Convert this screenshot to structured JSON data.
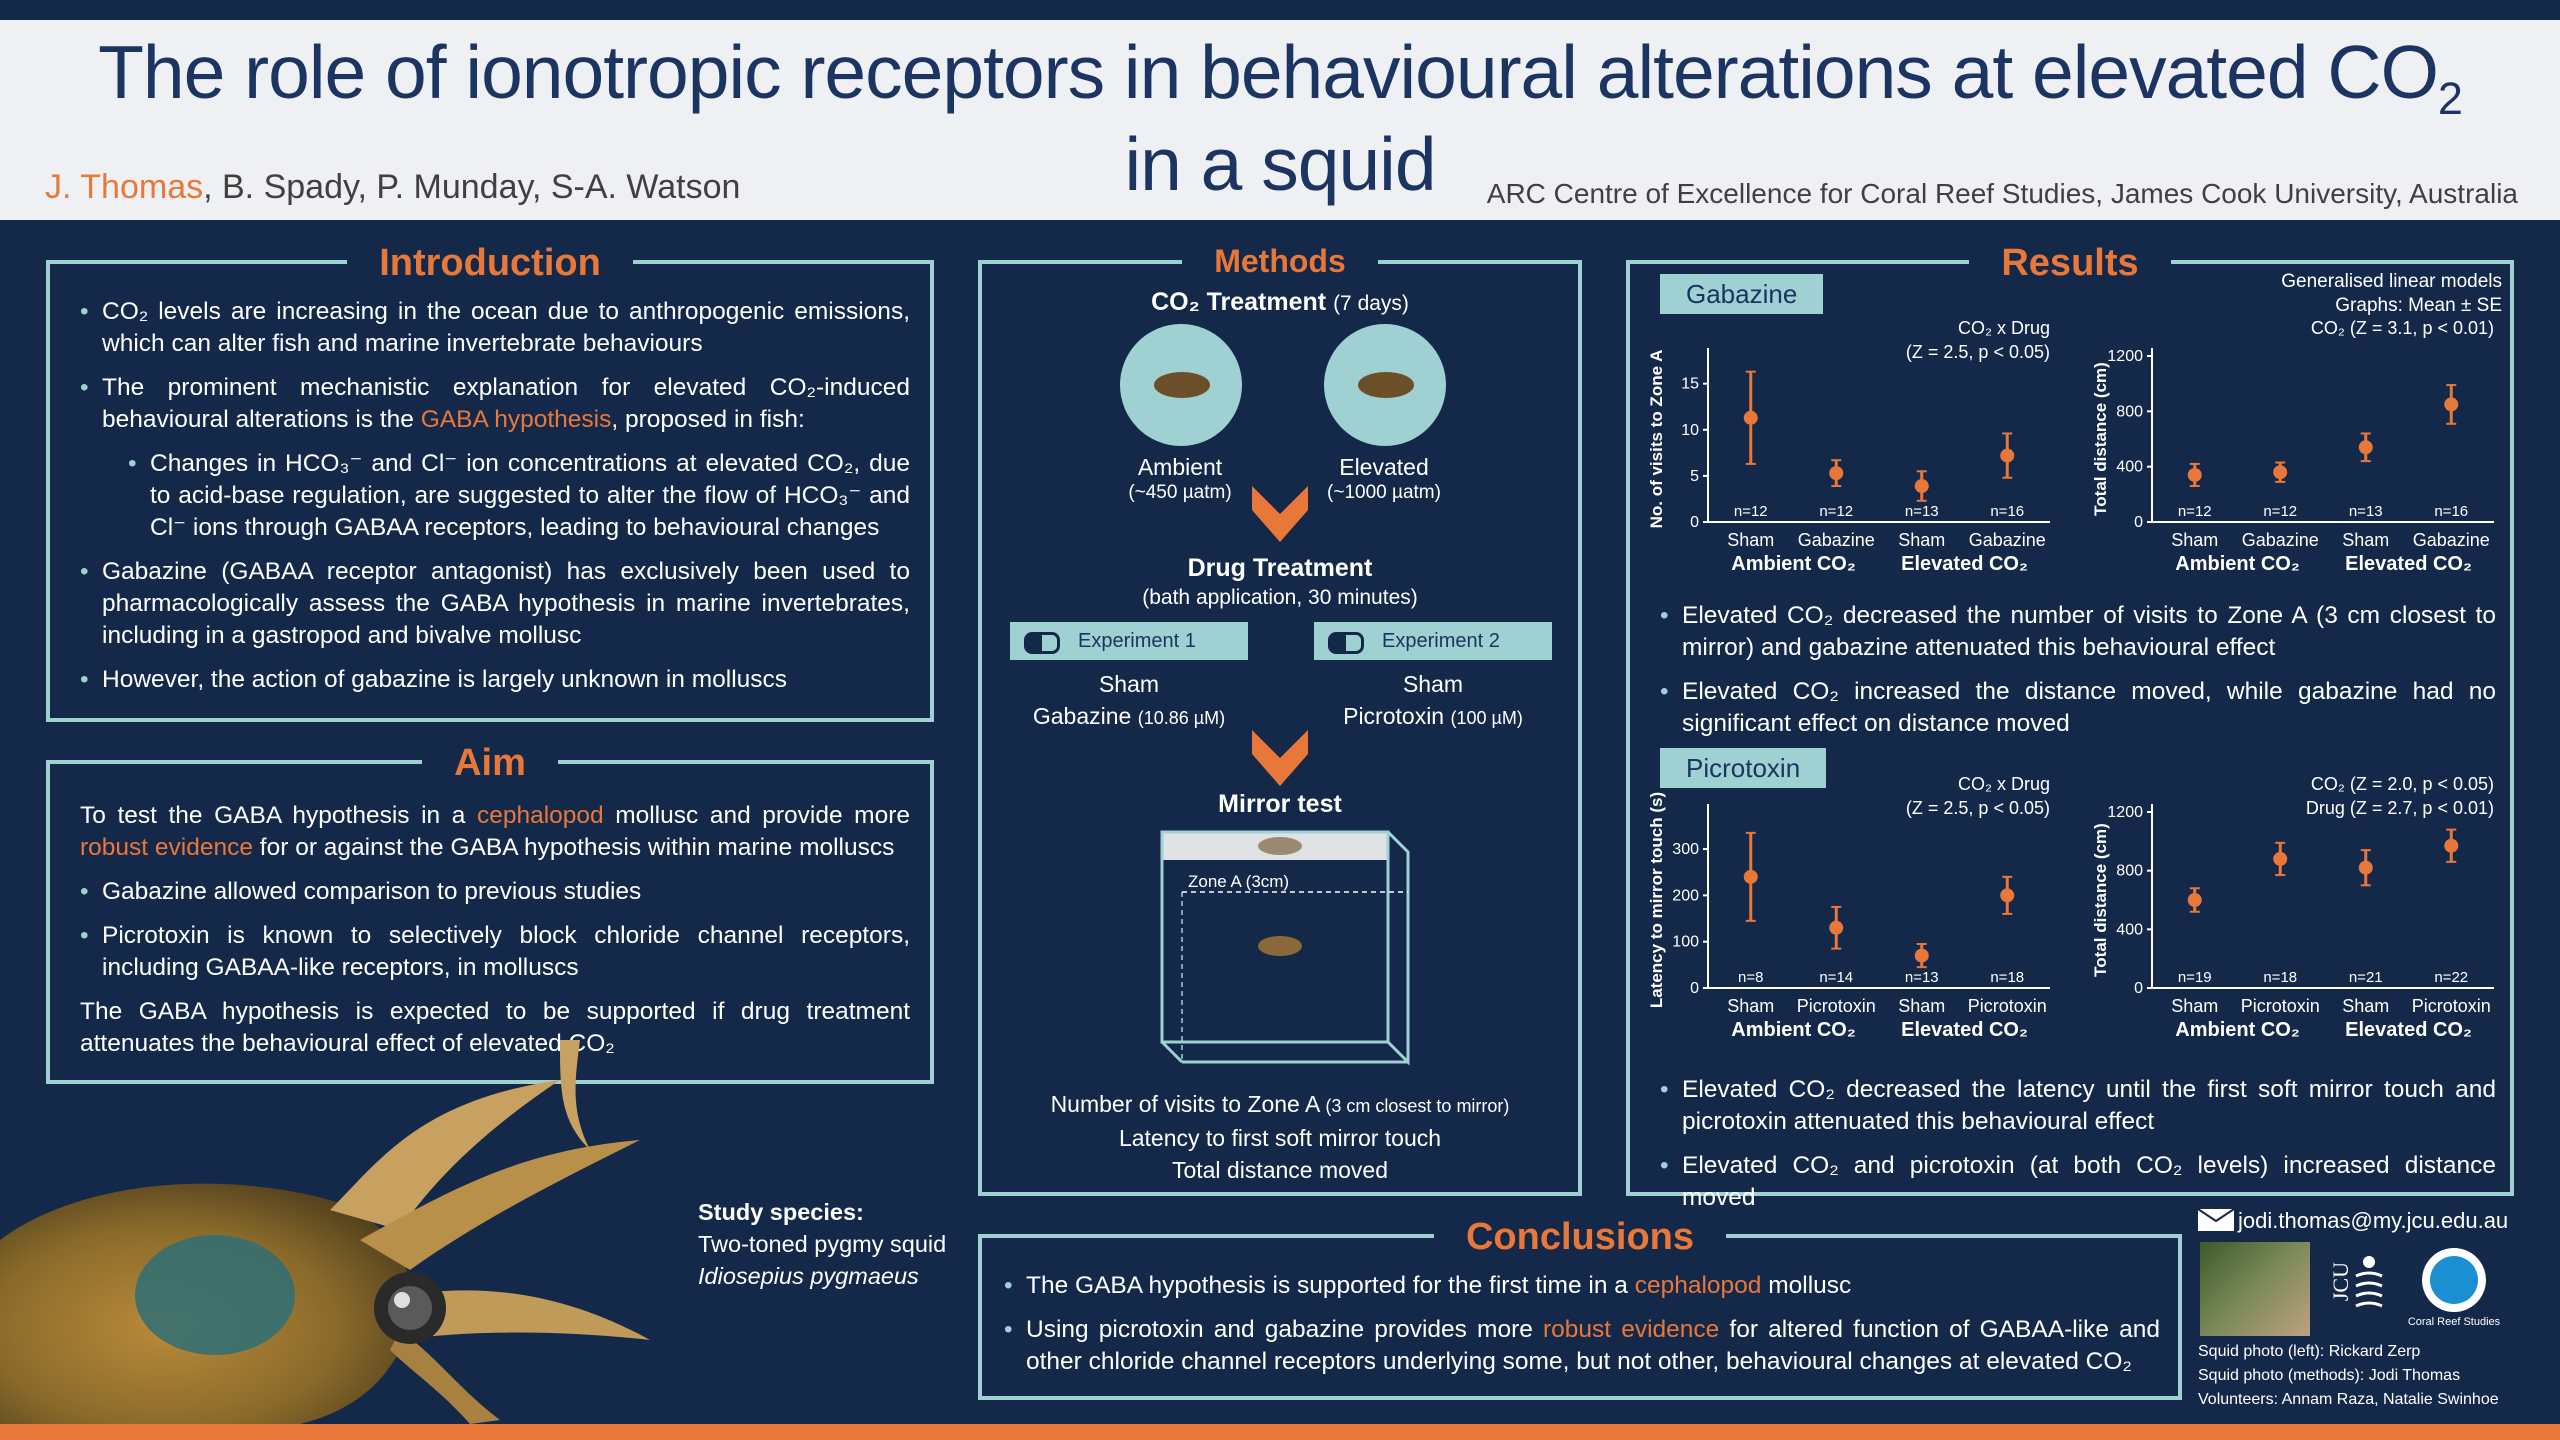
{
  "header": {
    "title_line1": "The role of ionotropic receptors in behavioural alterations at elevated CO",
    "title_sub": "2",
    "title_line2": "in a squid",
    "author_first": "J. Thomas",
    "author_rest": ", B. Spady, P. Munday, S-A. Watson",
    "affiliation": "ARC Centre of Excellence for Coral Reef Studies, James Cook University, Australia"
  },
  "introduction": {
    "title": "Introduction",
    "b1": "CO₂ levels are increasing in the ocean due to anthropogenic emissions, which can alter fish and marine invertebrate behaviours",
    "b2_pre": "The prominent mechanistic explanation for elevated CO₂-induced behavioural alterations is the ",
    "b2_hl": "GABA hypothesis",
    "b2_post": ", proposed in fish:",
    "b3": "Changes in HCO₃⁻ and Cl⁻ ion concentrations at elevated CO₂, due to acid-base regulation, are suggested to alter the flow of HCO₃⁻ and Cl⁻ ions through GABAA receptors, leading to behavioural changes",
    "b4": "Gabazine (GABAA receptor antagonist) has exclusively been used to pharmacologically assess the GABA hypothesis in marine invertebrates, including in a gastropod and bivalve mollusc",
    "b5": "However, the action of gabazine is largely unknown in molluscs"
  },
  "aim": {
    "title": "Aim",
    "p1_a": "To test the GABA hypothesis in a ",
    "p1_hl1": "cephalopod",
    "p1_b": " mollusc and provide more ",
    "p1_hl2": "robust evidence",
    "p1_c": " for or against the GABA hypothesis within marine molluscs",
    "b1": "Gabazine allowed comparison to previous studies",
    "b2": "Picrotoxin is known to selectively block chloride channel receptors, including GABAA-like receptors, in molluscs",
    "p2": "The GABA hypothesis is expected to be supported if drug treatment attenuates the behavioural effect of elevated CO₂"
  },
  "species": {
    "label": "Study species:",
    "common": "Two-toned pygmy squid",
    "latin": "Idiosepius pygmaeus"
  },
  "methods": {
    "title": "Methods",
    "co2_title": "CO₂ Treatment",
    "co2_days": "(7 days)",
    "ambient": "Ambient",
    "ambient_val": "(~450 µatm)",
    "elevated": "Elevated",
    "elevated_val": "(~1000 µatm)",
    "drug_title": "Drug Treatment",
    "drug_sub": "(bath application, 30 minutes)",
    "exp1": "Experiment 1",
    "exp2": "Experiment 2",
    "e1_sham": "Sham",
    "e1_drug": "Gabazine",
    "e1_dose": "(10.86 µM)",
    "e2_sham": "Sham",
    "e2_drug": "Picrotoxin",
    "e2_dose": "(100 µM)",
    "mirror_title": "Mirror test",
    "zone": "Zone A (3cm)",
    "m1": "Number of visits to Zone A",
    "m1_small": "(3 cm closest to mirror)",
    "m2": "Latency to first soft mirror touch",
    "m3": "Total distance moved"
  },
  "results": {
    "title": "Results",
    "models_note": "Generalised linear models",
    "graphs_note": "Graphs: Mean ± SE",
    "gab_tag": "Gabazine",
    "pic_tag": "Picrotoxin",
    "gab_b1": "Elevated CO₂ decreased the number of visits to Zone A (3 cm closest to mirror) and gabazine attenuated this behavioural effect",
    "gab_b2": "Elevated CO₂ increased the distance moved, while gabazine had no significant effect on distance moved",
    "pic_b1": "Elevated CO₂ decreased the latency until the first soft mirror touch and picrotoxin attenuated this behavioural effect",
    "pic_b2": "Elevated CO₂ and picrotoxin (at both CO₂ levels) increased distance moved"
  },
  "chart_data": [
    {
      "type": "scatter",
      "ylabel": "No. of visits to Zone A",
      "ylim": [
        0,
        18
      ],
      "yticks": [
        0,
        5,
        10,
        15
      ],
      "categories": [
        "Sham",
        "Gabazine",
        "Sham",
        "Gabazine"
      ],
      "groups": [
        "Ambient CO₂",
        "Elevated CO₂"
      ],
      "values": [
        11.3,
        5.3,
        3.9,
        7.2
      ],
      "errors": [
        5.0,
        1.4,
        1.6,
        2.4
      ],
      "n": [
        "n=12",
        "n=12",
        "n=13",
        "n=16"
      ],
      "annotation": [
        "CO₂ x Drug",
        "(Z = 2.5, p < 0.05)"
      ]
    },
    {
      "type": "scatter",
      "ylabel": "Total distance (cm)",
      "ylim": [
        0,
        1200
      ],
      "yticks": [
        0,
        400,
        800,
        1200
      ],
      "categories": [
        "Sham",
        "Gabazine",
        "Sham",
        "Gabazine"
      ],
      "groups": [
        "Ambient CO₂",
        "Elevated CO₂"
      ],
      "values": [
        340,
        360,
        540,
        850
      ],
      "errors": [
        80,
        70,
        100,
        140
      ],
      "n": [
        "n=12",
        "n=12",
        "n=13",
        "n=16"
      ],
      "annotation": [
        "CO₂ (Z = 3.1, p < 0.01)"
      ]
    },
    {
      "type": "scatter",
      "ylabel": "Latency to mirror touch (s)",
      "ylim": [
        0,
        380
      ],
      "yticks": [
        0,
        100,
        200,
        300
      ],
      "categories": [
        "Sham",
        "Picrotoxin",
        "Sham",
        "Picrotoxin"
      ],
      "groups": [
        "Ambient CO₂",
        "Elevated CO₂"
      ],
      "values": [
        240,
        130,
        70,
        200
      ],
      "errors": [
        95,
        45,
        25,
        40
      ],
      "n": [
        "n=8",
        "n=14",
        "n=13",
        "n=18"
      ],
      "annotation": [
        "CO₂ x Drug",
        "(Z = 2.5, p < 0.05)"
      ]
    },
    {
      "type": "scatter",
      "ylabel": "Total distance (cm)",
      "ylim": [
        0,
        1200
      ],
      "yticks": [
        0,
        400,
        800,
        1200
      ],
      "categories": [
        "Sham",
        "Picrotoxin",
        "Sham",
        "Picrotoxin"
      ],
      "groups": [
        "Ambient CO₂",
        "Elevated CO₂"
      ],
      "values": [
        600,
        880,
        820,
        970
      ],
      "errors": [
        80,
        110,
        120,
        110
      ],
      "n": [
        "n=19",
        "n=18",
        "n=21",
        "n=22"
      ],
      "annotation": [
        "CO₂ (Z = 2.0, p < 0.05)",
        "Drug (Z = 2.7, p < 0.01)"
      ]
    }
  ],
  "conclusions": {
    "title": "Conclusions",
    "b1_a": "The GABA hypothesis is supported for the first time in a ",
    "b1_hl": "cephalopod",
    "b1_b": " mollusc",
    "b2_a": "Using picrotoxin and gabazine provides more ",
    "b2_hl": "robust evidence",
    "b2_b": " for altered function of GABAA-like and other chloride channel receptors underlying some, but not other, behavioural changes at elevated CO₂"
  },
  "contact": {
    "email": "jodi.thomas@my.jcu.edu.au",
    "jcu": "JCU",
    "coral": "Coral Reef Studies",
    "credit1": "Squid photo (left): Rickard Zerp",
    "credit2": "Squid photo (methods): Jodi Thomas",
    "credit3": "Volunteers: Annam Raza, Natalie Swinhoe"
  },
  "colors": {
    "navy": "#14284a",
    "teal": "#9fd0d2",
    "orange": "#e8783a"
  }
}
